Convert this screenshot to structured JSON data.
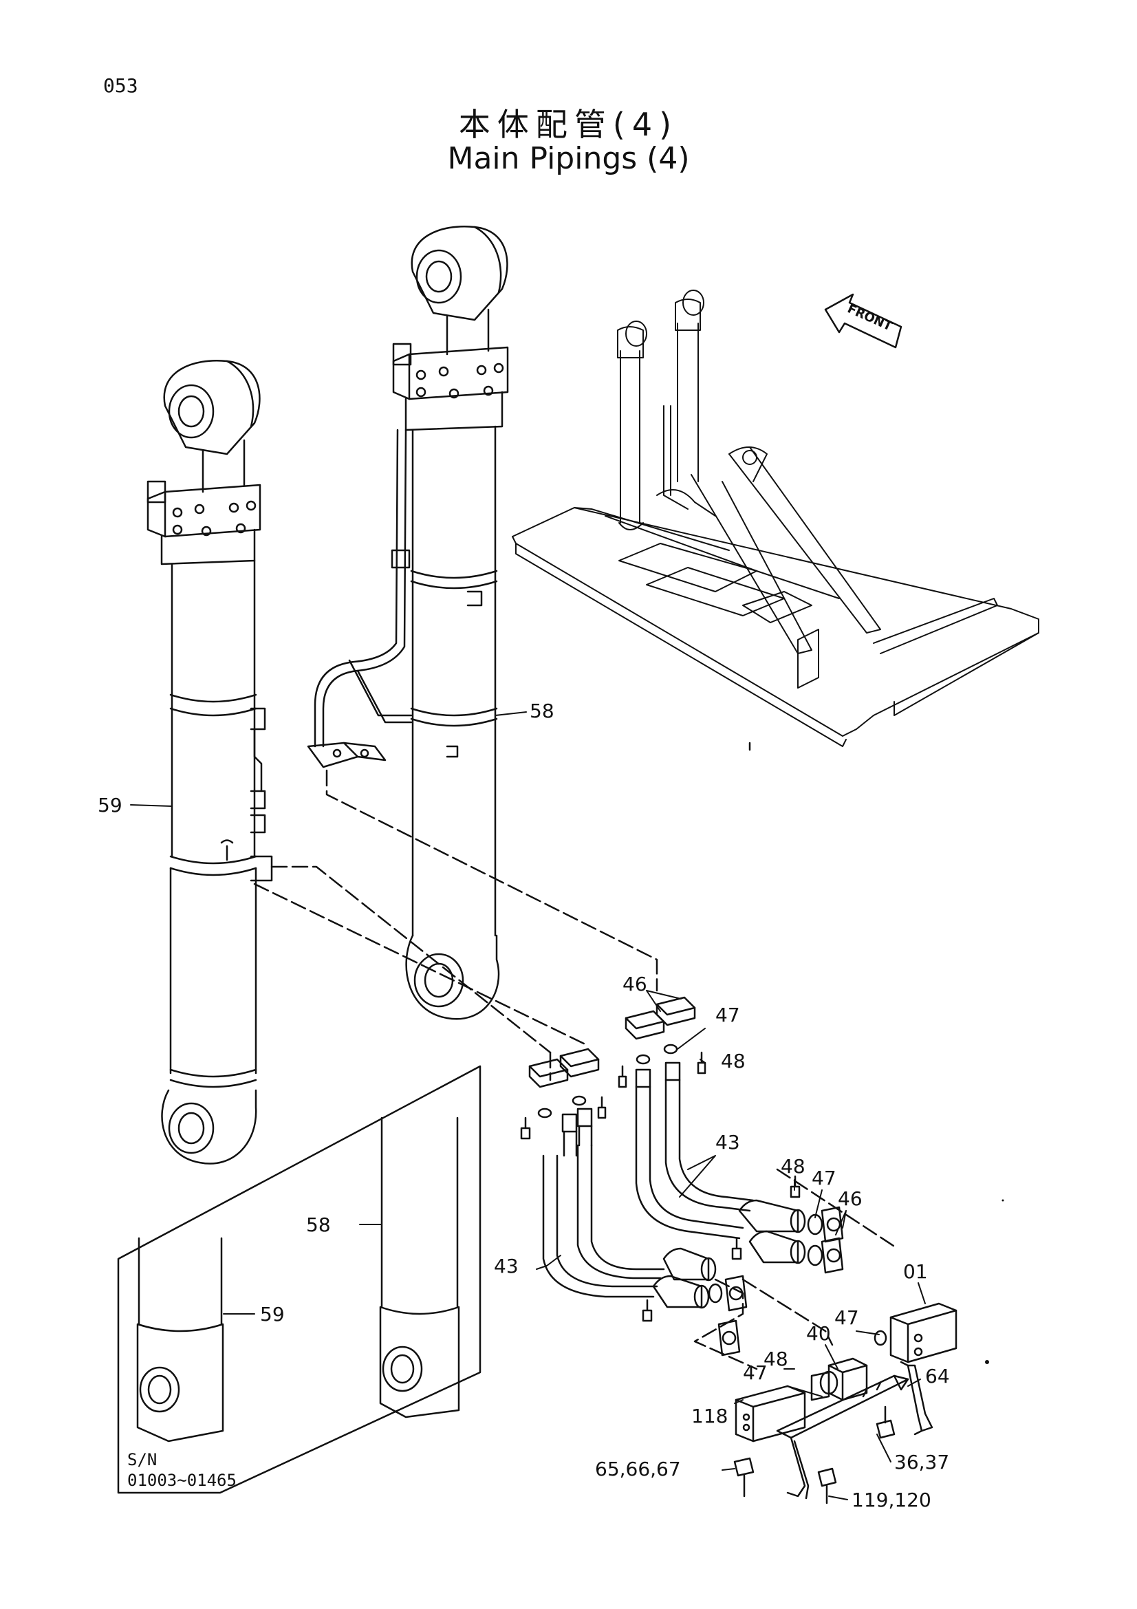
{
  "page_number": "053",
  "title_jp": "本体配管(4)",
  "title_en": "Main Pipings (4)",
  "front_label": "FRONT",
  "serial": {
    "label": "S/N",
    "range": "01003~01465"
  },
  "callouts": {
    "c59": "59",
    "c58": "58",
    "c46a": "46",
    "c47a": "47",
    "c48a": "48",
    "c43a": "43",
    "c48b": "48",
    "c47b": "47",
    "c46b": "46",
    "c43b": "43",
    "c01": "01",
    "c47c": "47",
    "c40": "40",
    "c48c": "48",
    "c47d": "47",
    "c64": "64",
    "c118": "118",
    "c36": "36,37",
    "c65": "65,66,67",
    "c119": "119,120",
    "c58b": "58",
    "c59b": "59"
  },
  "colors": {
    "line": "#111111",
    "paper": "#ffffff"
  }
}
